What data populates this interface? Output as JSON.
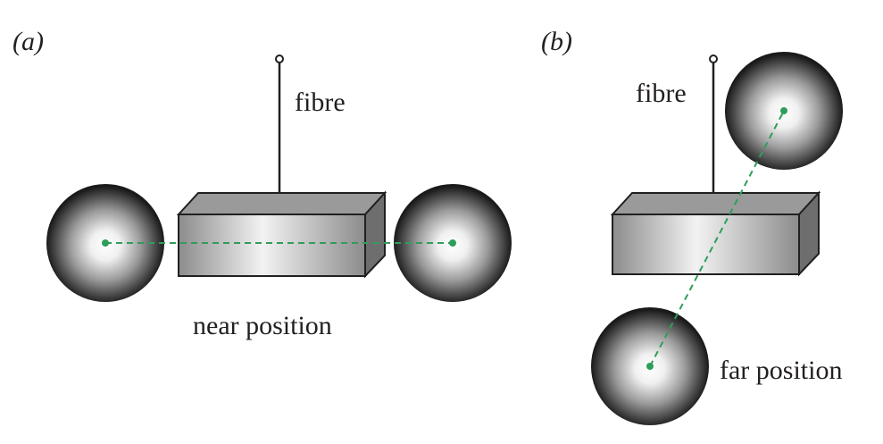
{
  "panels": [
    {
      "letter": "(a)",
      "fibre_label": "fibre",
      "position_label": "near position"
    },
    {
      "letter": "(b)",
      "fibre_label": "fibre",
      "position_label": "far position"
    }
  ],
  "colors": {
    "outline": "#231f20",
    "sphere_highlight": "#ffffff",
    "sphere_shadow": "#1a1a1a",
    "bar_front_mid": "#f2f2f2",
    "bar_front_edge": "#8c8c8c",
    "bar_top": "#9a9a9a",
    "bar_side": "#6e6e6e",
    "axis_line": "#2e9e5b"
  }
}
